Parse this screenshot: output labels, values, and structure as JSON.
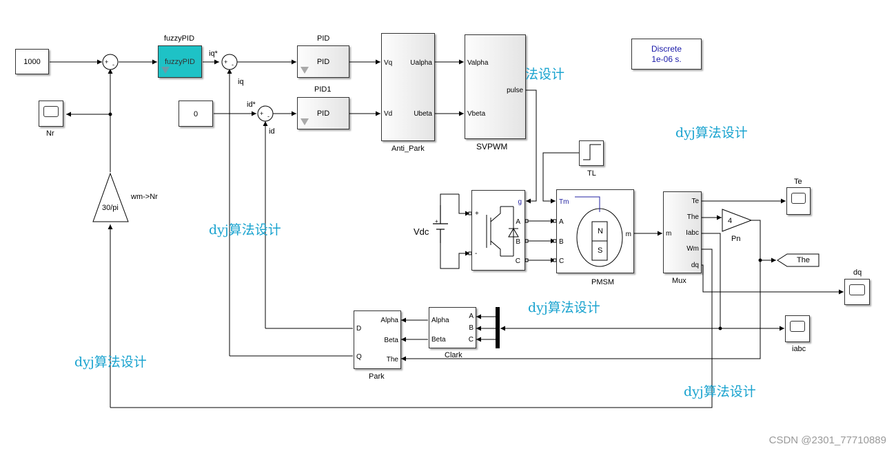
{
  "blocks": {
    "const_speed": "1000",
    "const_zero": "0",
    "scope_nr": "Nr",
    "gain_conv_value": "30/pi",
    "gain_conv_name": "wm->Nr",
    "fuzzy_title": "fuzzyPID",
    "fuzzy_inner": "fuzzyPID",
    "iq_star": "iq*",
    "iq": "iq",
    "id_star": "id*",
    "id": "id",
    "pid_title": "PID",
    "pid_inner": "PID",
    "pid1_title": "PID1",
    "pid1_inner": "PID",
    "anti_park_name": "Anti_Park",
    "anti_park_ports": {
      "vq": "Vq",
      "vd": "Vd",
      "ualpha": "Ualpha",
      "ubeta": "Ubeta"
    },
    "svpwm_name": "SVPWM",
    "svpwm_ports": {
      "valpha": "Valpha",
      "vbeta": "Vbeta",
      "pulse": "pulse"
    },
    "discrete_line1": "Discrete",
    "discrete_line2": "1e-06 s.",
    "tl_name": "TL",
    "vdc_name": "Vdc",
    "inverter_ports": {
      "g": "g",
      "plus": "+",
      "minus": "-",
      "a": "A",
      "b": "B",
      "c": "C"
    },
    "pmsm_name": "PMSM",
    "pmsm_ports": {
      "tm": "Tm",
      "a": "A",
      "b": "B",
      "c": "C",
      "m": "m",
      "n": "N",
      "s": "S"
    },
    "mux_name": "Mux",
    "mux_ports": {
      "m": "m",
      "te": "Te",
      "the": "The",
      "iabc": "Iabc",
      "wm": "Wm",
      "dq": "dq"
    },
    "gain_pn_value": "4",
    "gain_pn_name": "Pn",
    "goto_the": "The",
    "scope_te": "Te",
    "scope_dq": "dq",
    "scope_iabc": "iabc",
    "park_name": "Park",
    "park_ports": {
      "d": "D",
      "q": "Q",
      "alpha": "Alpha",
      "beta": "Beta",
      "the": "The"
    },
    "clark_name": "Clark",
    "clark_ports": {
      "alpha": "Alpha",
      "beta": "Beta",
      "a": "A",
      "b": "B",
      "c": "C"
    },
    "sum_signs": "+ -"
  },
  "watermarks": [
    "法设计",
    "dyj算法设计",
    "dyj算法设计",
    "dyj算法设计",
    "dyj算法设计",
    "dyj算法设计"
  ],
  "footer": "CSDN @2301_77710889",
  "colors": {
    "fuzzy_block": "#1ec2c6",
    "watermark": "#1aa3cf",
    "discrete_text": "#1818a8"
  }
}
